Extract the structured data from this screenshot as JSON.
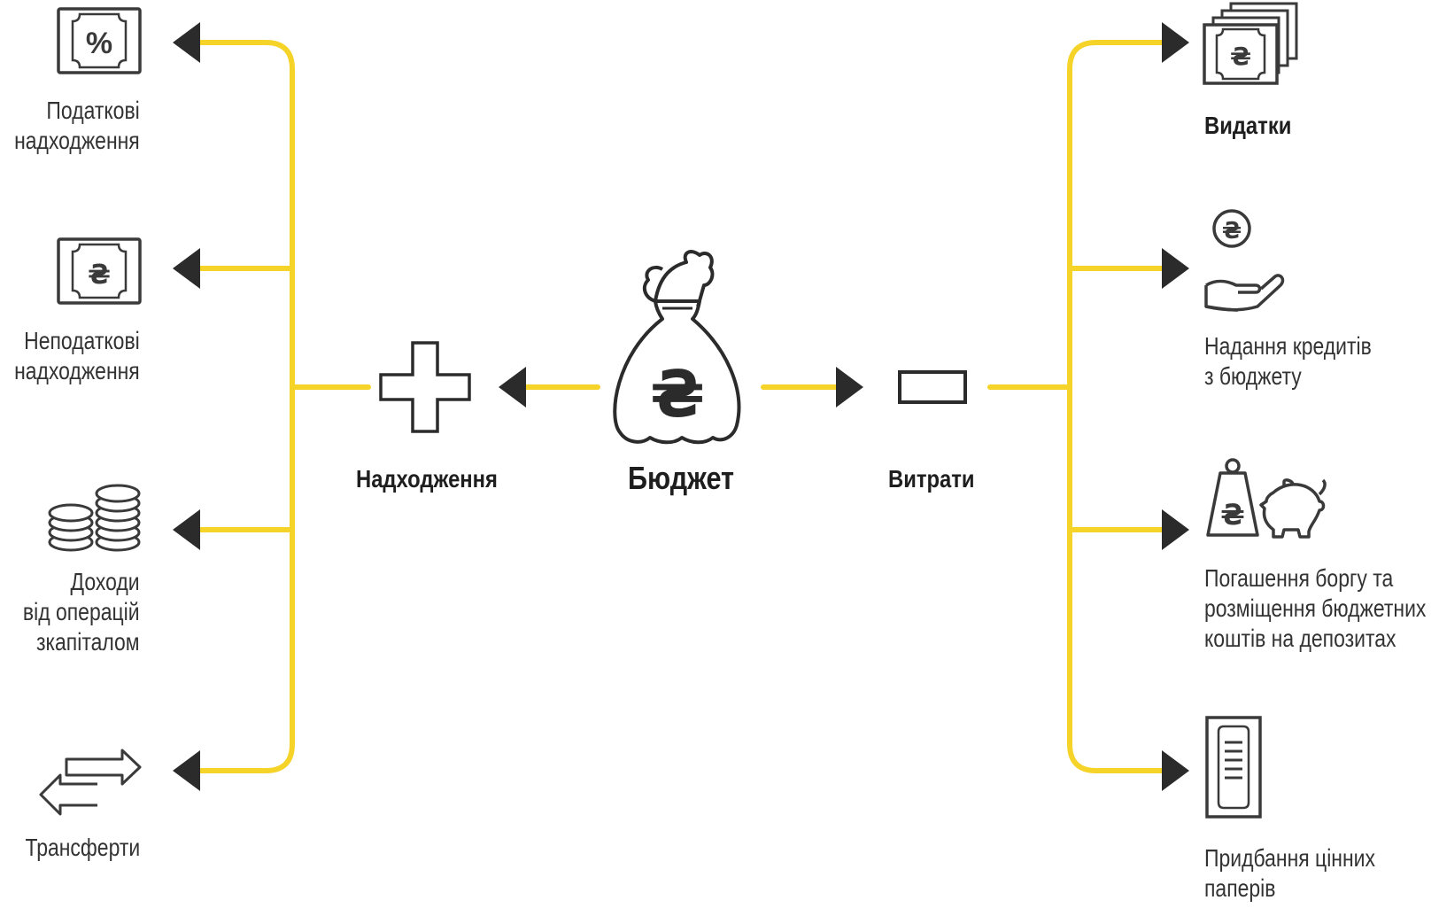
{
  "colors": {
    "connector": "#f5d328",
    "arrowhead": "#2b2b2b",
    "icon_stroke": "#3a3a3a",
    "text": "#333333"
  },
  "center": {
    "label": "Бюджет",
    "icon": "money-bag-hryvnia-icon"
  },
  "revenue": {
    "label": "Надходження",
    "icon": "plus-icon"
  },
  "spending": {
    "label": "Витрати",
    "icon": "minus-icon"
  },
  "left_items": [
    {
      "lines": [
        "Податкові",
        "надходження"
      ],
      "icon": "percent-banknote-icon"
    },
    {
      "lines": [
        "Неподаткові",
        "надходження"
      ],
      "icon": "hryvnia-banknote-icon"
    },
    {
      "lines": [
        "Доходи",
        "від операцій",
        "зкапіталом"
      ],
      "icon": "coin-stacks-icon"
    },
    {
      "lines": [
        "Трансферти"
      ],
      "icon": "transfer-arrows-icon"
    }
  ],
  "right_items": [
    {
      "lines": [
        "Видатки"
      ],
      "icon": "banknote-stack-icon"
    },
    {
      "lines": [
        "Надання кредитів",
        "з бюджету"
      ],
      "icon": "hand-coin-icon"
    },
    {
      "lines": [
        "Погашення боргу та",
        "розміщення бюджетних",
        "коштів на депозитах"
      ],
      "icon": "weight-piggy-bank-icon"
    },
    {
      "lines": [
        "Придбання цінних",
        "паперів"
      ],
      "icon": "document-icon"
    }
  ]
}
